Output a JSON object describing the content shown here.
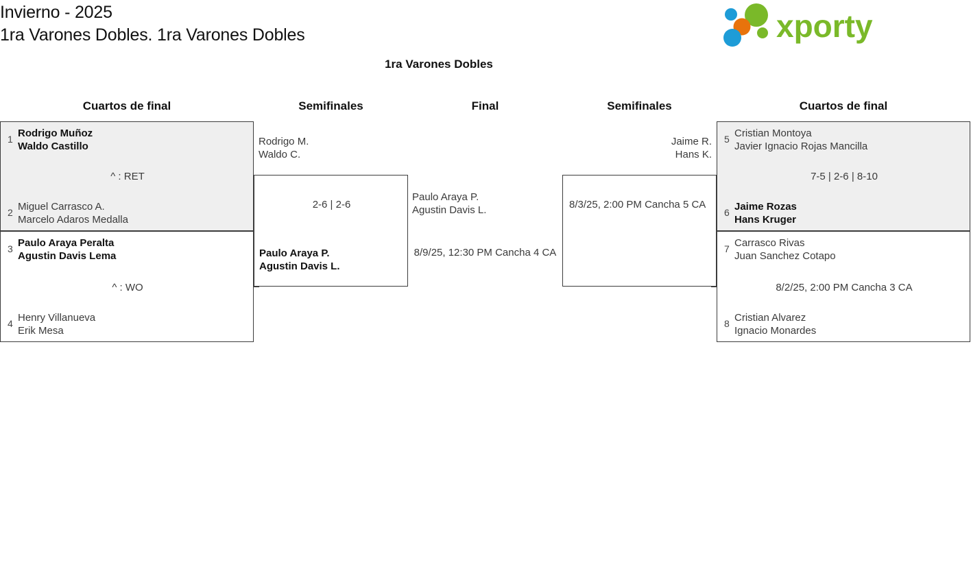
{
  "header": {
    "tournament": "Invierno - 2025",
    "category": "1ra Varones Dobles. 1ra Varones Dobles",
    "logo_text": "xporty",
    "logo_colors": {
      "green": "#7ab929",
      "orange": "#e8730c",
      "blue": "#1e9cd7"
    }
  },
  "bracket": {
    "subtitle": "1ra Varones Dobles",
    "rounds": [
      {
        "label": "Cuartos de final"
      },
      {
        "label": "Semifinales"
      },
      {
        "label": "Final"
      },
      {
        "label": "Semifinales"
      },
      {
        "label": "Cuartos de final"
      }
    ],
    "matches": {
      "ql1": {
        "top": {
          "seed": "1",
          "p1": "Rodrigo Muñoz",
          "p2": "Waldo Castillo",
          "winner": true
        },
        "bottom": {
          "seed": "2",
          "p1": "Miguel Carrasco A.",
          "p2": "Marcelo Adaros Medalla",
          "winner": false
        },
        "result": "^ : RET"
      },
      "ql2": {
        "top": {
          "seed": "3",
          "p1": "Paulo Araya Peralta",
          "p2": "Agustin Davis Lema",
          "winner": true
        },
        "bottom": {
          "seed": "4",
          "p1": "Henry Villanueva",
          "p2": "Erik Mesa",
          "winner": false
        },
        "result": "^ : WO"
      },
      "sl1": {
        "top": {
          "p1": "Rodrigo M.",
          "p2": "Waldo C.",
          "winner": false
        },
        "bottom": {
          "p1": "Paulo Araya P.",
          "p2": "Agustin Davis L.",
          "winner": true
        },
        "result": "2-6 | 2-6"
      },
      "final": {
        "top": {
          "p1": "Paulo Araya P.",
          "p2": "Agustin Davis L.",
          "winner": false
        },
        "result": "8/9/25, 12:30 PM Cancha 4 CA"
      },
      "sr1": {
        "top": {
          "p1": "Jaime R.",
          "p2": "Hans K.",
          "winner": false
        },
        "result": "8/3/25, 2:00 PM Cancha 5 CA"
      },
      "qr1": {
        "top": {
          "seed": "5",
          "p1": "Cristian Montoya",
          "p2": "Javier Ignacio Rojas Mancilla",
          "winner": false
        },
        "bottom": {
          "seed": "6",
          "p1": "Jaime Rozas",
          "p2": "Hans Kruger",
          "winner": true
        },
        "result": "7-5 | 2-6 | 8-10"
      },
      "qr2": {
        "top": {
          "seed": "7",
          "p1": "Carrasco Rivas",
          "p2": "Juan Sanchez Cotapo",
          "winner": false
        },
        "bottom": {
          "seed": "8",
          "p1": "Cristian Alvarez",
          "p2": "Ignacio Monardes",
          "winner": false
        },
        "result": "8/2/25, 2:00 PM Cancha 3 CA"
      }
    }
  }
}
